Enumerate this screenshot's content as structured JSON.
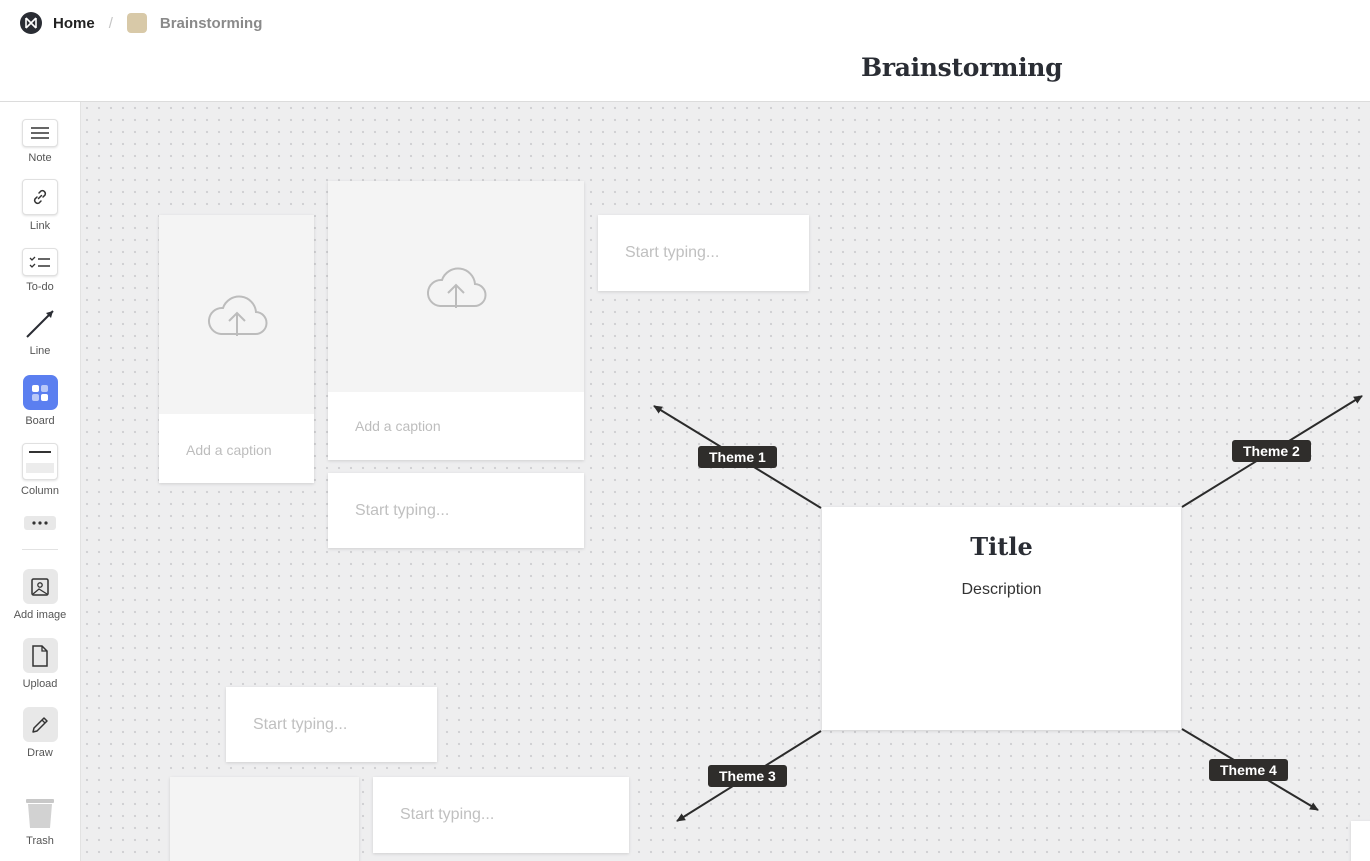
{
  "breadcrumb": {
    "home": "Home",
    "board": "Brainstorming"
  },
  "page": {
    "title": "Brainstorming"
  },
  "tools": {
    "note": "Note",
    "link": "Link",
    "todo": "To-do",
    "line": "Line",
    "board": "Board",
    "column": "Column",
    "add_image": "Add image",
    "upload": "Upload",
    "draw": "Draw",
    "trash": "Trash"
  },
  "canvas": {
    "image_cards": [
      {
        "caption_placeholder": "Add a caption"
      },
      {
        "caption_placeholder": "Add a caption"
      }
    ],
    "notes": [
      {
        "placeholder": "Start typing..."
      },
      {
        "placeholder": "Start typing..."
      },
      {
        "placeholder": "Start typing..."
      },
      {
        "placeholder": "Start typing..."
      }
    ],
    "center_card": {
      "title": "Title",
      "description": "Description"
    },
    "themes": [
      "Theme 1",
      "Theme 2",
      "Theme 3",
      "Theme 4"
    ]
  },
  "colors": {
    "accent": "#5b7ff0",
    "dark": "#2a2d34",
    "board_swatch": "#d8c9a8",
    "label_bg": "#2f2d2b"
  }
}
